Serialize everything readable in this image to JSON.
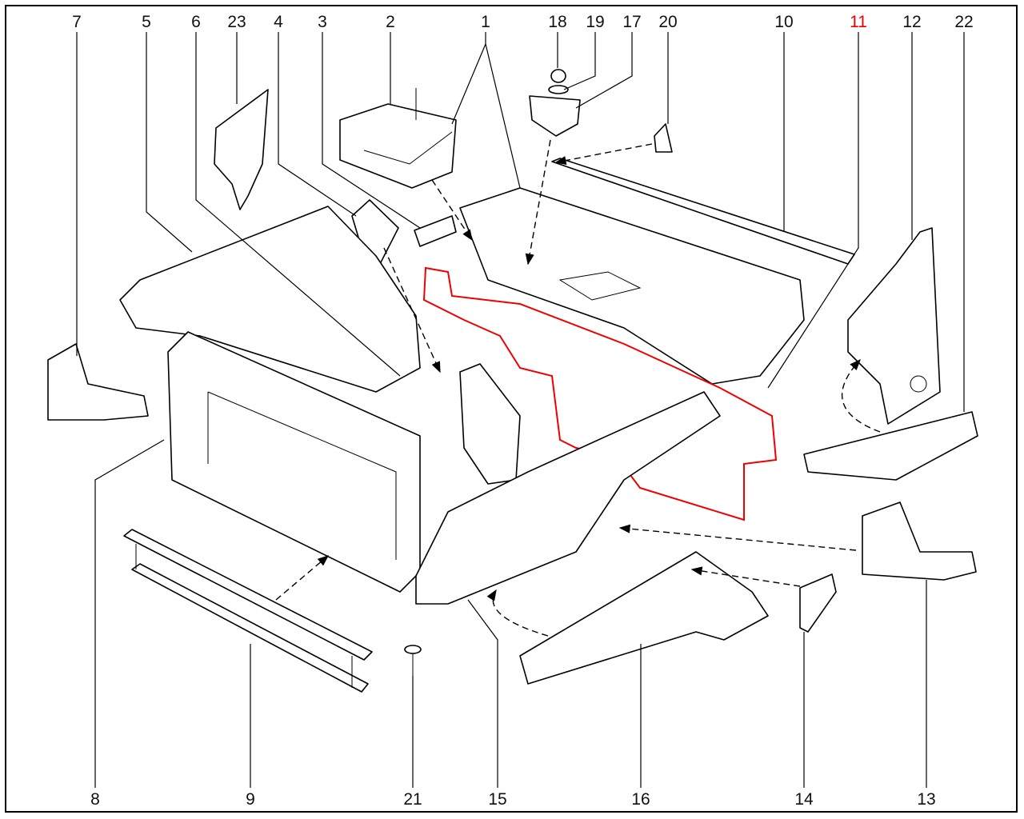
{
  "diagram": {
    "title": "Front body structure exploded parts diagram",
    "highlight_color": "#e00000",
    "highlighted_part": "11",
    "top_callouts": [
      "7",
      "5",
      "6",
      "23",
      "4",
      "3",
      "2",
      "1",
      "18",
      "19",
      "17",
      "20",
      "10",
      "11",
      "12",
      "22"
    ],
    "bottom_callouts": [
      "8",
      "9",
      "21",
      "15",
      "16",
      "14",
      "13"
    ]
  }
}
